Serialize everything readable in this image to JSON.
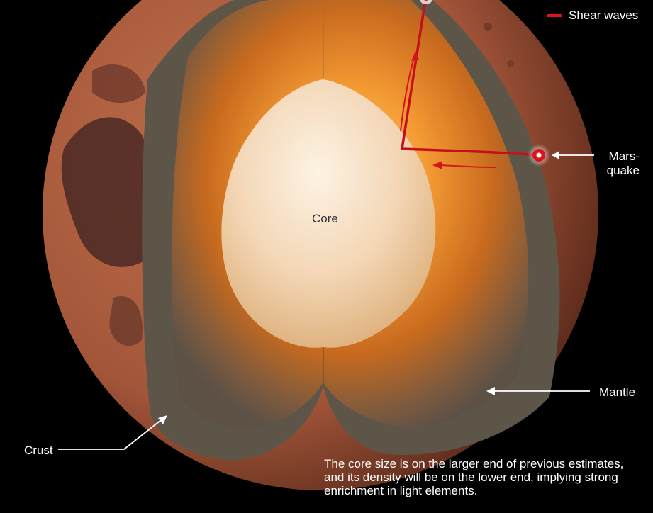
{
  "legend": {
    "text": "Shear waves",
    "color": "#e0111f"
  },
  "labels": {
    "core": "Core",
    "marsquake_line1": "Mars-",
    "marsquake_line2": "quake",
    "mantle": "Mantle",
    "crust": "Crust"
  },
  "caption": "The core size is on the larger end of previous estimates, and its density will be on the lower end, implying strong enrichment in light elements.",
  "colors": {
    "background": "#000000",
    "mars_surface": "#a4563a",
    "mantle_shell": "#6e6253",
    "mantle_inner": "#e98a2c",
    "core": "#f5dcc0",
    "wave": "#e0111f"
  }
}
